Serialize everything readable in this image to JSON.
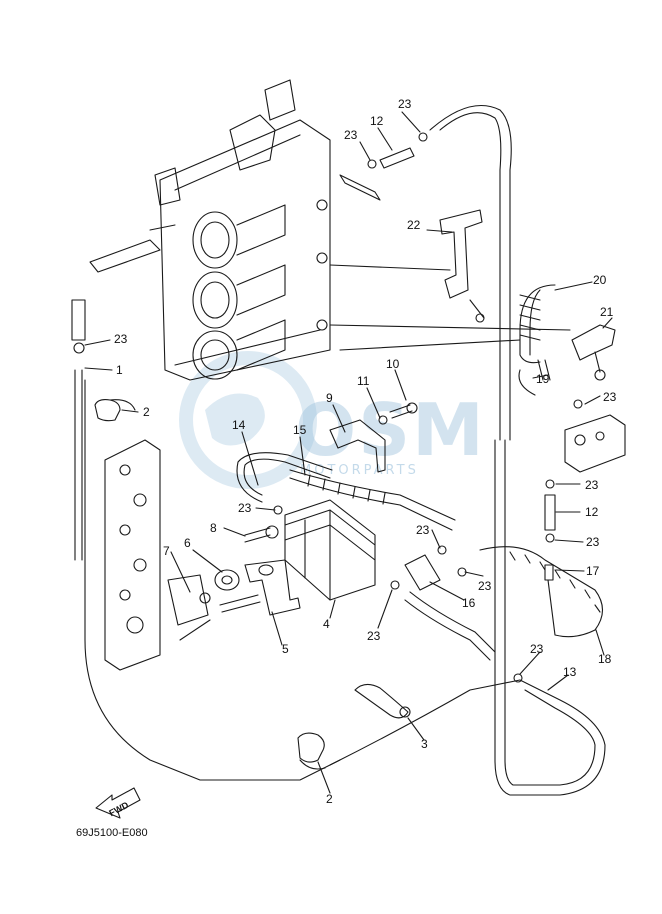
{
  "diagram": {
    "code_label": "69J5100-E080",
    "fwd_label": "FWD",
    "watermark_text": "OSM",
    "watermark_subtext": "MOTORPARTS"
  },
  "callouts": [
    {
      "id": "c23a",
      "text": "23"
    },
    {
      "id": "c12a",
      "text": "12"
    },
    {
      "id": "c23b",
      "text": "23"
    },
    {
      "id": "c22",
      "text": "22"
    },
    {
      "id": "c20",
      "text": "20"
    },
    {
      "id": "c21",
      "text": "21"
    },
    {
      "id": "c23c",
      "text": "23"
    },
    {
      "id": "c1",
      "text": "1"
    },
    {
      "id": "c2a",
      "text": "2"
    },
    {
      "id": "c10",
      "text": "10"
    },
    {
      "id": "c19",
      "text": "19"
    },
    {
      "id": "c11",
      "text": "11"
    },
    {
      "id": "c9",
      "text": "9"
    },
    {
      "id": "c23d",
      "text": "23"
    },
    {
      "id": "c14",
      "text": "14"
    },
    {
      "id": "c15",
      "text": "15"
    },
    {
      "id": "c23e",
      "text": "23"
    },
    {
      "id": "c23f",
      "text": "23"
    },
    {
      "id": "c8",
      "text": "8"
    },
    {
      "id": "c12b",
      "text": "12"
    },
    {
      "id": "c23g",
      "text": "23"
    },
    {
      "id": "c23h",
      "text": "23"
    },
    {
      "id": "c6",
      "text": "6"
    },
    {
      "id": "c7",
      "text": "7"
    },
    {
      "id": "c23i",
      "text": "23"
    },
    {
      "id": "c17",
      "text": "17"
    },
    {
      "id": "c16",
      "text": "16"
    },
    {
      "id": "c4",
      "text": "4"
    },
    {
      "id": "c23j",
      "text": "23"
    },
    {
      "id": "c5",
      "text": "5"
    },
    {
      "id": "c18",
      "text": "18"
    },
    {
      "id": "c23k",
      "text": "23"
    },
    {
      "id": "c13",
      "text": "13"
    },
    {
      "id": "c3",
      "text": "3"
    },
    {
      "id": "c2b",
      "text": "2"
    }
  ],
  "colors": {
    "line": "#1a1a1a",
    "watermark": "#9ec3dd"
  }
}
